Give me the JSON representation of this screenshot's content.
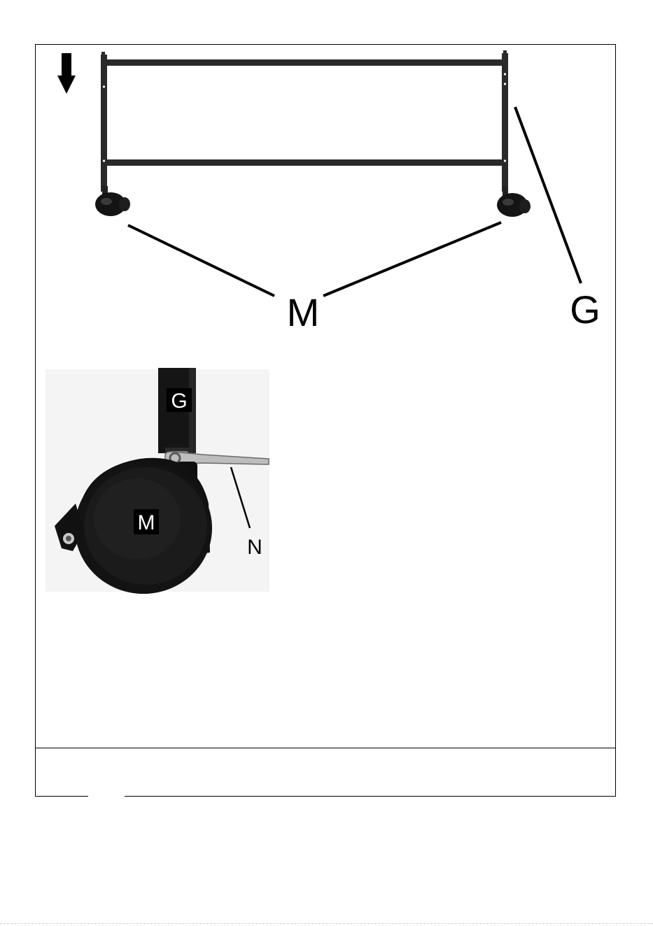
{
  "figure": {
    "labels": {
      "caster": "M",
      "frame": "G",
      "wrench": "N"
    },
    "icons": {
      "direction": "arrow-down-icon"
    },
    "colors": {
      "ink": "#000000",
      "frame_metal": "#2a2a2a",
      "wheel": "#111111",
      "wrench": "#b8b8b8",
      "photo_bg": "#f4f4f4"
    }
  }
}
